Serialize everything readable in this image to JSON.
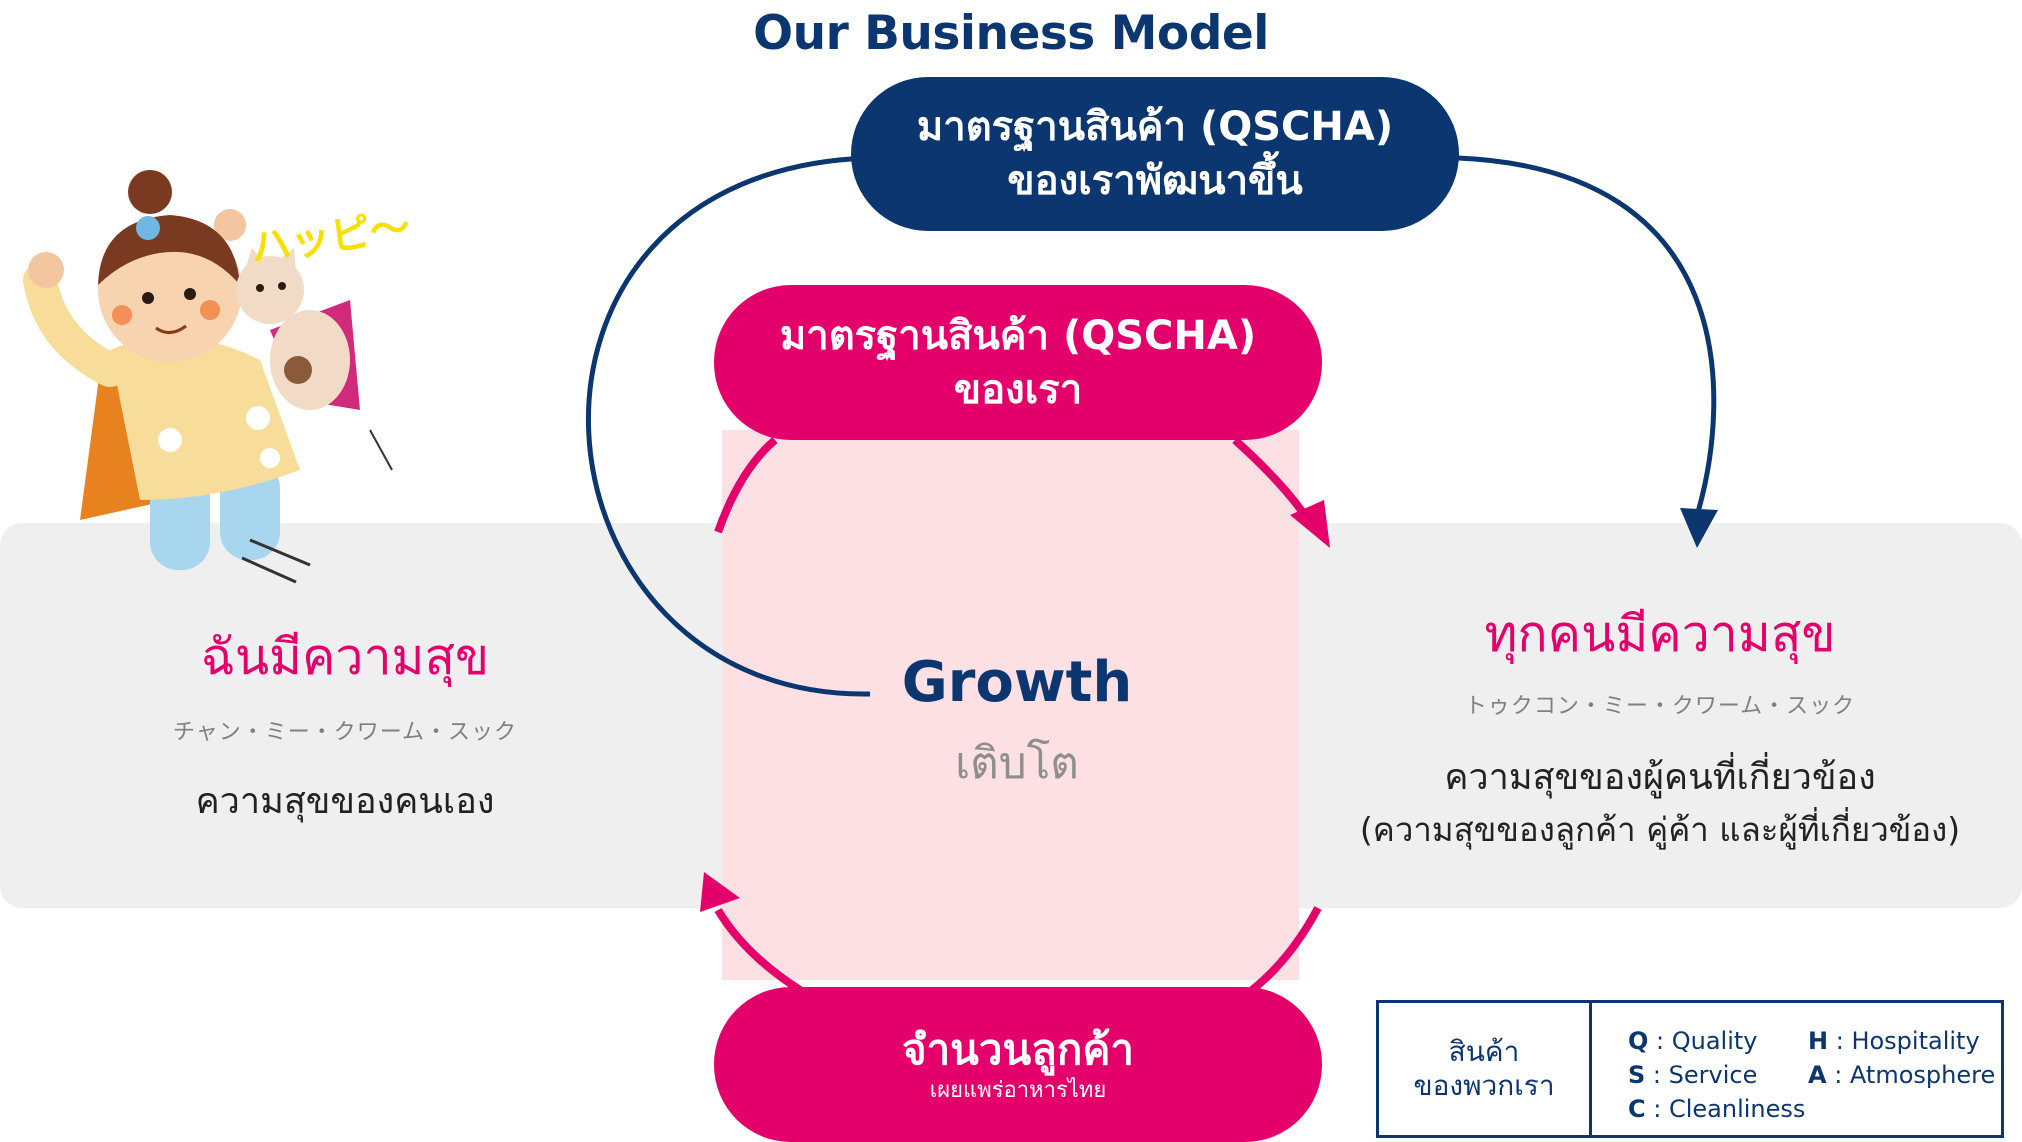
{
  "title": "Our Business Model",
  "standards_developed": {
    "line1": "มาตรฐานสินค้า (QSCHA)",
    "line2": "ของเราพัฒนาขึ้น"
  },
  "our_standards": {
    "line1": "มาตรฐานสินค้า (QSCHA)",
    "line2": "ของเรา"
  },
  "customers": {
    "label": "จำนวนลูกค้า",
    "sub": "เผยแพร่อาหารไทย"
  },
  "center": {
    "title": "Growth",
    "subtitle": "เติบโต"
  },
  "left_panel": {
    "title": "ฉันมีความสุข",
    "kana": "チャン・ミー・クワーム・スック",
    "description": "ความสุขของคนเอง"
  },
  "right_panel": {
    "title": "ทุกคนมีความสุข",
    "kana": "トゥクコン・ミー・クワーム・スック",
    "description": "ความสุขของผู้คนที่เกี่ยวข้อง",
    "description2": "(ความสุขของลูกค้า คู่ค้า และผู้ที่เกี่ยวข้อง)"
  },
  "illustration": {
    "speech": "ハッピ〜"
  },
  "legend": {
    "label_line1": "สินค้า",
    "label_line2": "ของพวกเรา",
    "items": [
      {
        "key": "Q",
        "value": " : Quality"
      },
      {
        "key": "S",
        "value": " : Service"
      },
      {
        "key": "C",
        "value": " : Cleanliness"
      },
      {
        "key": "H",
        "value": " : Hospitality"
      },
      {
        "key": "A",
        "value": " : Atmosphere"
      }
    ]
  },
  "colors": {
    "navy": "#0c3670",
    "pink": "#e4006b",
    "panel": "#efefef",
    "center": "#fde0e4"
  }
}
